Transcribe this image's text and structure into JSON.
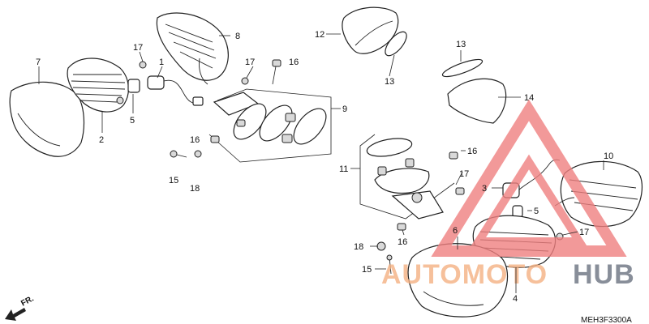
{
  "diagram": {
    "code": "MEH3F3300A",
    "direction": "FR.",
    "watermark": {
      "part1": "AUTOMOTO",
      "part2": "HUB"
    },
    "callouts": [
      "1",
      "2",
      "3",
      "4",
      "5",
      "5",
      "6",
      "7",
      "8",
      "9",
      "10",
      "11",
      "12",
      "13",
      "13",
      "14",
      "15",
      "15",
      "16",
      "16",
      "16",
      "16",
      "17",
      "17",
      "17",
      "17",
      "18",
      "18"
    ]
  }
}
